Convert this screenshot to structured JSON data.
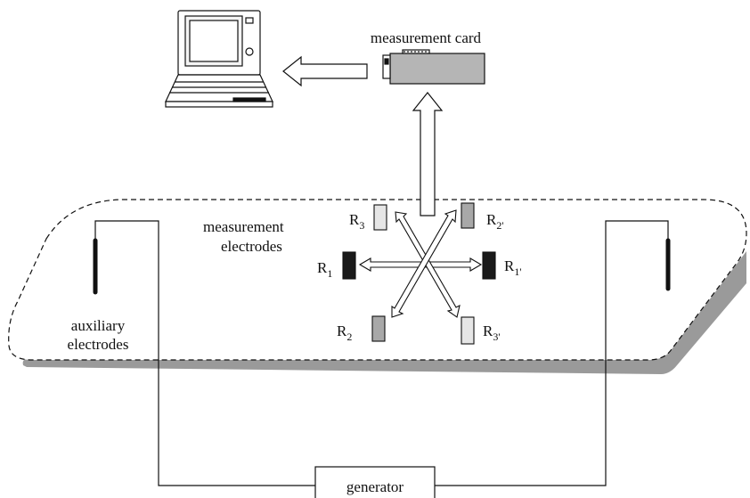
{
  "labels": {
    "measurement_card": "measurement card",
    "measurement_electrodes_line1": "measurement",
    "measurement_electrodes_line2": "electrodes",
    "auxiliary_line1": "auxiliary",
    "auxiliary_line2": "electrodes",
    "generator": "generator"
  },
  "electrodes": {
    "r3": {
      "letter": "R",
      "sub": "3"
    },
    "r2p": {
      "letter": "R",
      "sub": "2'"
    },
    "r1": {
      "letter": "R",
      "sub": "1"
    },
    "r1p": {
      "letter": "R",
      "sub": "1'"
    },
    "r2": {
      "letter": "R",
      "sub": "2"
    },
    "r3p": {
      "letter": "R",
      "sub": "3'"
    }
  },
  "colors": {
    "stroke": "#111111",
    "shadow": "#9a9a9a",
    "electrode_light": "#e6e6e6",
    "electrode_mid": "#a8a8a8",
    "electrode_dark": "#1a1a1a",
    "card_fill": "#b5b5b5"
  },
  "icons": [
    "laptop-icon",
    "measurement-card-icon"
  ]
}
